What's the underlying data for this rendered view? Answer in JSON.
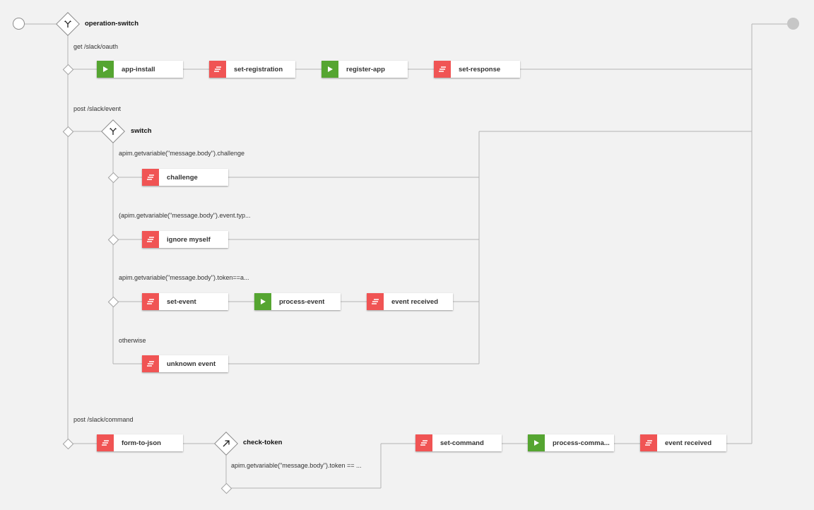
{
  "root_switch": {
    "label": "operation-switch",
    "icon": "fork-icon"
  },
  "branches": {
    "oauth": {
      "condition": "get /slack/oauth",
      "steps": [
        {
          "label": "app-install",
          "kind": "flow"
        },
        {
          "label": "set-registration",
          "kind": "policy"
        },
        {
          "label": "register-app",
          "kind": "flow"
        },
        {
          "label": "set-response",
          "kind": "policy"
        }
      ]
    },
    "event": {
      "condition": "post /slack/event",
      "switch_label": "switch",
      "cases": [
        {
          "condition": "apim.getvariable(\"message.body\").challenge",
          "steps": [
            {
              "label": "challenge",
              "kind": "policy"
            }
          ]
        },
        {
          "condition": "(apim.getvariable(\"message.body\").event.typ...",
          "steps": [
            {
              "label": "ignore myself",
              "kind": "policy"
            }
          ]
        },
        {
          "condition": "apim.getvariable(\"message.body\").token==a...",
          "steps": [
            {
              "label": "set-event",
              "kind": "policy"
            },
            {
              "label": "process-event",
              "kind": "flow"
            },
            {
              "label": "event received",
              "kind": "policy"
            }
          ]
        },
        {
          "condition": "otherwise",
          "steps": [
            {
              "label": "unknown event",
              "kind": "policy"
            }
          ]
        }
      ]
    },
    "command": {
      "condition": "post /slack/command",
      "pre_step": {
        "label": "form-to-json",
        "kind": "policy"
      },
      "check_label": "check-token",
      "check_condition": "apim.getvariable(\"message.body\").token == ...",
      "steps": [
        {
          "label": "set-command",
          "kind": "policy"
        },
        {
          "label": "process-comma...",
          "kind": "flow"
        },
        {
          "label": "event received",
          "kind": "policy"
        }
      ]
    }
  },
  "colors": {
    "policy": "#f05454",
    "flow": "#55a531",
    "line": "#b4b4b4",
    "background": "#f2f2f2"
  }
}
